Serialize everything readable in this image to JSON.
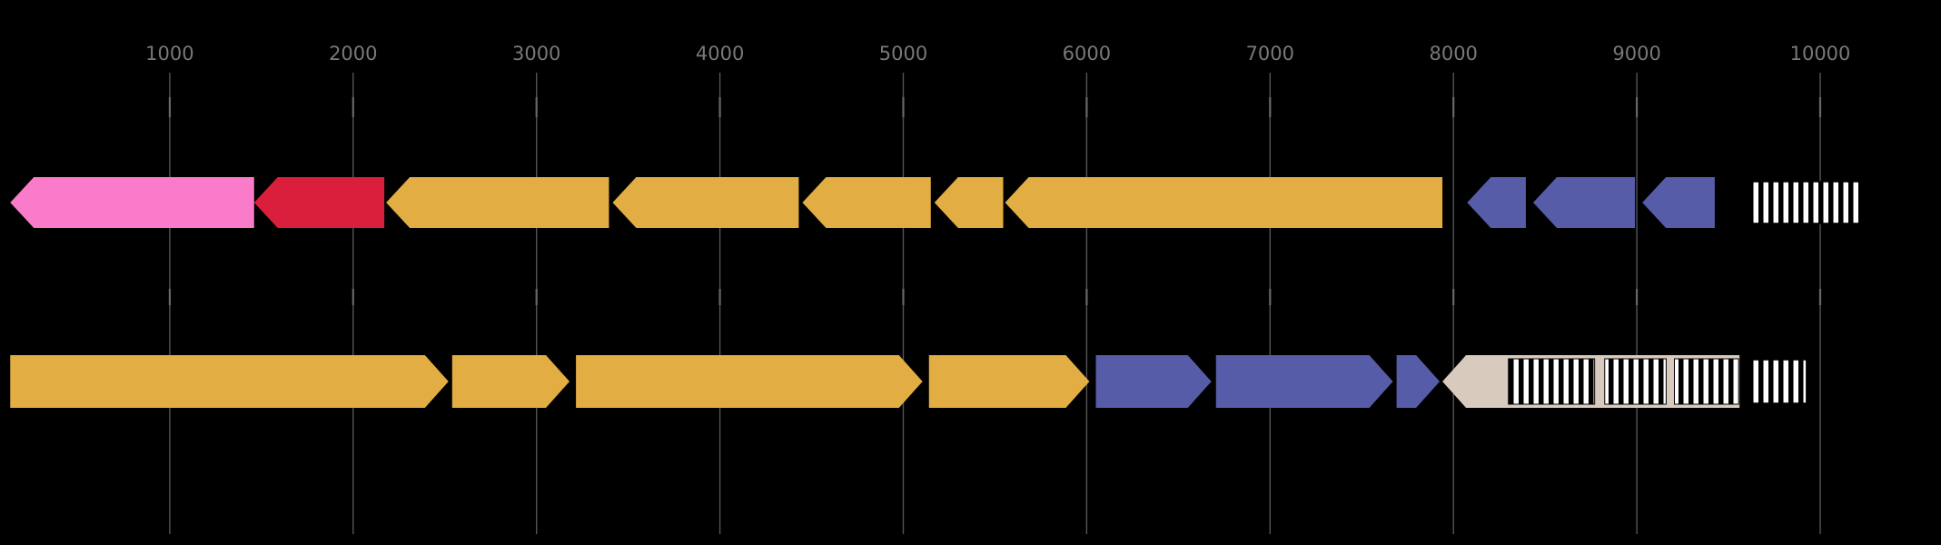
{
  "figure": {
    "type": "genome-feature-map",
    "background_color": "#000000",
    "axis": {
      "label_color": "#787878",
      "gridline_color": "#555555",
      "minor_tick_color": "#686868",
      "ticks": [
        {
          "bp": 1000,
          "label": "1000"
        },
        {
          "bp": 2000,
          "label": "2000"
        },
        {
          "bp": 3000,
          "label": "3000"
        },
        {
          "bp": 4000,
          "label": "4000"
        },
        {
          "bp": 5000,
          "label": "5000"
        },
        {
          "bp": 6000,
          "label": "6000"
        },
        {
          "bp": 7000,
          "label": "7000"
        },
        {
          "bp": 8000,
          "label": "8000"
        },
        {
          "bp": 9000,
          "label": "9000"
        },
        {
          "bp": 10000,
          "label": "10000"
        }
      ]
    },
    "palette": {
      "gold": "#e2ae44",
      "pink": "#fa7bca",
      "red": "#da1f3d",
      "blue": "#575ca8",
      "tan": "#d8cabc",
      "hatch_bg": "#ffffff",
      "hatch_fg": "#000000"
    },
    "tracks": [
      {
        "name": "track-1",
        "features": [
          {
            "start": 130,
            "end": 1460,
            "strand": -1,
            "color": "pink",
            "kind": "arrow"
          },
          {
            "start": 1460,
            "end": 2170,
            "strand": -1,
            "color": "red",
            "kind": "arrow"
          },
          {
            "start": 2180,
            "end": 3395,
            "strand": -1,
            "color": "gold",
            "kind": "arrow"
          },
          {
            "start": 3415,
            "end": 4430,
            "strand": -1,
            "color": "gold",
            "kind": "arrow"
          },
          {
            "start": 4450,
            "end": 5150,
            "strand": -1,
            "color": "gold",
            "kind": "arrow"
          },
          {
            "start": 5170,
            "end": 5545,
            "strand": -1,
            "color": "gold",
            "kind": "arrow"
          },
          {
            "start": 5555,
            "end": 7940,
            "strand": -1,
            "color": "gold",
            "kind": "arrow"
          },
          {
            "start": 8075,
            "end": 8395,
            "strand": -1,
            "color": "blue",
            "kind": "arrow"
          },
          {
            "start": 8435,
            "end": 8990,
            "strand": -1,
            "color": "blue",
            "kind": "arrow"
          },
          {
            "start": 9030,
            "end": 9425,
            "strand": -1,
            "color": "blue",
            "kind": "arrow"
          },
          {
            "start": 9610,
            "end": 10220,
            "strand": 0,
            "color": "hatch",
            "kind": "hatched-box"
          }
        ]
      },
      {
        "name": "track-2",
        "features": [
          {
            "start": 130,
            "end": 2520,
            "strand": 1,
            "color": "gold",
            "kind": "arrow"
          },
          {
            "start": 2540,
            "end": 3180,
            "strand": 1,
            "color": "gold",
            "kind": "arrow"
          },
          {
            "start": 3215,
            "end": 5105,
            "strand": 1,
            "color": "gold",
            "kind": "arrow"
          },
          {
            "start": 5140,
            "end": 6015,
            "strand": 1,
            "color": "gold",
            "kind": "arrow"
          },
          {
            "start": 6050,
            "end": 6680,
            "strand": 1,
            "color": "blue",
            "kind": "arrow"
          },
          {
            "start": 6705,
            "end": 7670,
            "strand": 1,
            "color": "blue",
            "kind": "arrow"
          },
          {
            "start": 7690,
            "end": 7925,
            "strand": 1,
            "color": "blue",
            "kind": "arrow"
          },
          {
            "start": 7940,
            "end": 9560,
            "strand": -1,
            "color": "tan",
            "kind": "arrow",
            "hatch_blocks": [
              {
                "start": 8300,
                "end": 8770
              },
              {
                "start": 8825,
                "end": 9160
              },
              {
                "start": 9205,
                "end": 9555
              }
            ]
          },
          {
            "start": 9615,
            "end": 9925,
            "strand": 0,
            "color": "hatch",
            "kind": "hatched-box"
          }
        ]
      }
    ]
  }
}
